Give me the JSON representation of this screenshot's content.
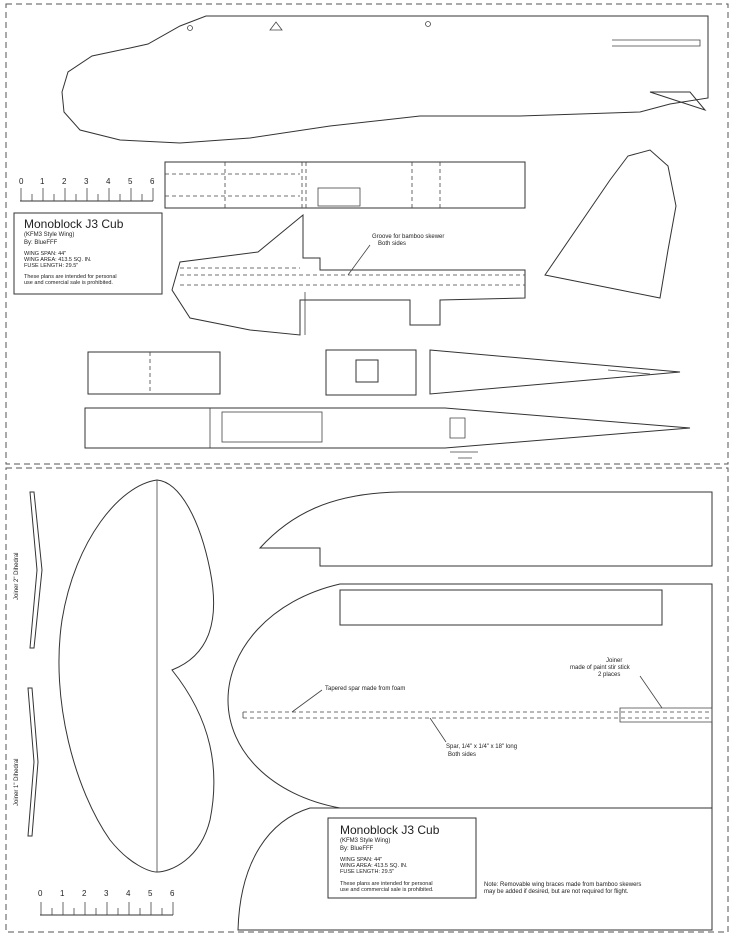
{
  "ruler_ticks": [
    "0",
    "1",
    "2",
    "3",
    "4",
    "5",
    "6"
  ],
  "title_block_top": {
    "title": "Monoblock J3 Cub",
    "subtitle": "(KFM3 Style Wing)",
    "author": "By: BlueFFF",
    "specs": [
      "WING SPAN: 44\"",
      "WING AREA: 413.5 SQ. IN.",
      "FUSE LENGTH: 29.5\""
    ],
    "note": [
      "These plans are intended for personal",
      "use and comercial sale is prohibited."
    ]
  },
  "title_block_bottom": {
    "title": "Monoblock J3 Cub",
    "subtitle": "(KFM3 Style Wing)",
    "author": "By: BlueFFF",
    "specs": [
      "WING SPAN: 44\"",
      "WING AREA: 413.5 SQ. IN.",
      "FUSE LENGTH: 29.5\""
    ],
    "note": [
      "These plans are intended for personal",
      "use and commercial sale is prohibited."
    ]
  },
  "callouts": {
    "groove": [
      "Groove for bamboo skewer",
      "Both sides"
    ],
    "tapered_spar": "Tapered spar made from foam",
    "joiner": [
      "Joiner",
      "made of paint stir stick",
      "2 places"
    ],
    "spar": [
      "Spar, 1/4\" x 1/4\" x 18\" long",
      "Both sides"
    ],
    "joiner_2": "Joiner 2\" Dihedral",
    "joiner_1": "Joiner 1\" Dihedral",
    "note": [
      "Note: Removable wing braces made from bamboo skewers",
      "may be added if desired, but are not required for flight."
    ]
  }
}
